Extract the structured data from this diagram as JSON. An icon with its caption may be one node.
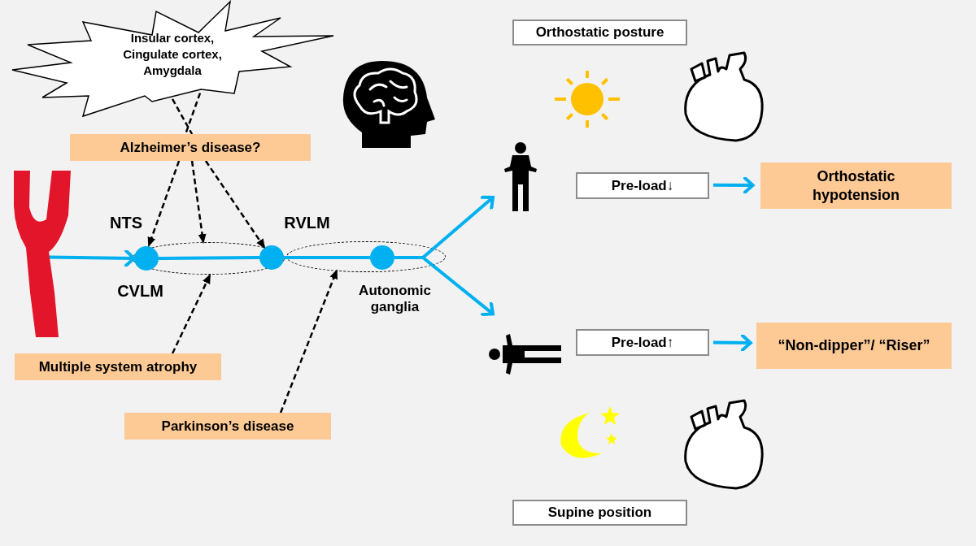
{
  "diagram": {
    "nodes": [
      {
        "text": [
          "Insular cortex, Cingulate cortex, Amygdala"
        ]
      },
      {
        "text": [
          "Alzheimer’s disease?"
        ]
      },
      {
        "text": [],
        "shape": "picture"
      },
      {
        "text": [],
        "shape": "ellipse"
      },
      {
        "text": [],
        "shape": "circle",
        "beside": [
          "NTS",
          "CVLM"
        ],
        "in": 3
      },
      {
        "text": [],
        "shape": "circle",
        "beside": [
          "RVLM"
        ],
        "in": 3
      },
      {
        "text": [],
        "shape": "ellipse"
      },
      {
        "text": [],
        "shape": "circle",
        "beside": [
          "Autonomic ganglia"
        ],
        "in": 6
      },
      {
        "text": [
          "Multiple system atrophy"
        ]
      },
      {
        "text": [
          "Parkinson’s disease"
        ]
      },
      {
        "text": [
          "Orthostatic posture"
        ]
      },
      {
        "text": [],
        "shape": "person"
      },
      {
        "text": [
          "Pre-load↓"
        ]
      },
      {
        "text": [
          "Orthostatic hypotension"
        ]
      },
      {
        "text": [],
        "shape": "person"
      },
      {
        "text": [
          "Pre-load↑"
        ]
      },
      {
        "text": [
          "“Non-dipper”/ “Riser”"
        ]
      },
      {
        "text": [
          "Supine position"
        ]
      }
    ],
    "edges": [
      {
        "from": 0,
        "to": 1,
        "arrow": "none",
        "style": "dashed",
        "color": "#000000"
      },
      {
        "from": 0,
        "to": 1,
        "arrow": "none",
        "style": "dashed",
        "color": "#000000"
      },
      {
        "from": 1,
        "to": 4,
        "arrow": "to",
        "style": "dashed",
        "color": "#000000"
      },
      {
        "from": 1,
        "to": 3,
        "arrow": "to",
        "style": "dashed",
        "color": "#000000"
      },
      {
        "from": 1,
        "to": 5,
        "arrow": "to",
        "style": "dashed",
        "color": "#000000"
      },
      {
        "from": 8,
        "to": 3,
        "arrow": "to",
        "style": "dashed",
        "color": "#000000"
      },
      {
        "from": 9,
        "to": 6,
        "arrow": "to",
        "style": "dashed",
        "color": "#000000"
      },
      {
        "from": 2,
        "to": 4,
        "arrow": "to",
        "color": "#00b0f0"
      },
      {
        "from": 4,
        "to": 5,
        "arrow": "none",
        "color": "#00b0f0"
      },
      {
        "from": 5,
        "to": 7,
        "arrow": "none",
        "color": "#00b0f0"
      },
      {
        "from": 7,
        "to": 11,
        "arrow": "to",
        "color": "#00b0f0"
      },
      {
        "from": 7,
        "to": 14,
        "arrow": "to",
        "color": "#00b0f0"
      },
      {
        "from": 12,
        "to": 13,
        "arrow": "to",
        "color": "#00b0f0"
      },
      {
        "from": 15,
        "to": 16,
        "arrow": "to",
        "color": "#00b0f0"
      }
    ]
  }
}
